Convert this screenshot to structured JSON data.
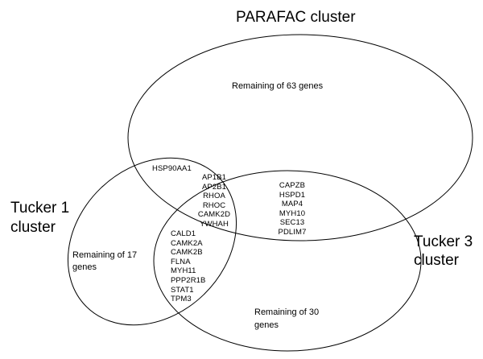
{
  "titles": {
    "parafac": "PARAFAC cluster",
    "tucker1_line1": "Tucker 1",
    "tucker1_line2": "cluster",
    "tucker3_line1": "Tucker 3",
    "tucker3_line2": "cluster"
  },
  "remaining": {
    "parafac": "Remaining of  63   genes",
    "tucker1_line1": "Remaining of  17",
    "tucker1_line2": "genes",
    "tucker3_line1": "Remaining of  30",
    "tucker3_line2": "genes"
  },
  "regions": {
    "parafac_tucker1_only": [
      "HSP90AA1"
    ],
    "all_three": [
      "AP1B1",
      "AP2B1",
      "RHOA",
      "RHOC",
      "CAMK2D",
      "YWHAH"
    ],
    "parafac_tucker3_only": [
      "CAPZB",
      "HSPD1",
      "MAP4",
      "MYH10",
      "SEC13",
      "PDLIM7"
    ],
    "tucker1_tucker3_only": [
      "CALD1",
      "CAMK2A",
      "CAMK2B",
      "FLNA",
      "MYH11",
      "PPP2R1B",
      "STAT1",
      "TPM3"
    ]
  }
}
